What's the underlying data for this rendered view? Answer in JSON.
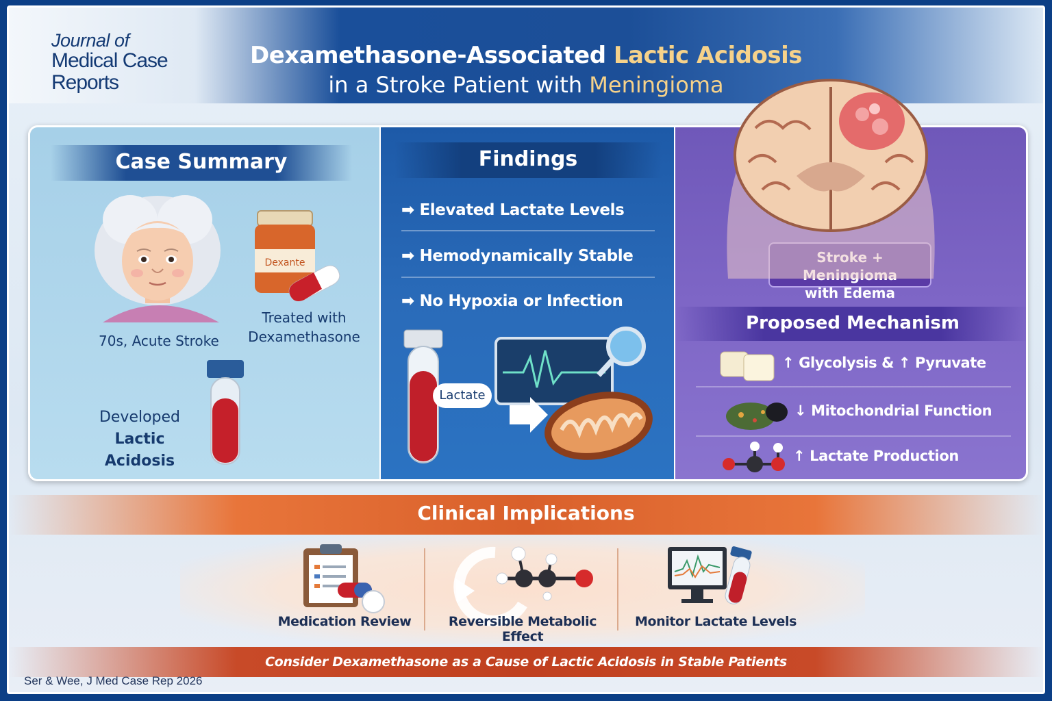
{
  "journal": {
    "line1": "Journal of",
    "line2": "Medical Case",
    "line3": "Reports"
  },
  "title": {
    "part1": "Dexamethasone-Associated ",
    "highlight1": "Lactic Acidosis",
    "part2": "in a Stroke Patient with ",
    "highlight2": "Meningioma"
  },
  "case_summary": {
    "heading": "Case Summary",
    "patient_label": "70s, Acute Stroke",
    "bottle_label": "Dexante",
    "treated_line1": "Treated with",
    "treated_line2": "Dexamethasone",
    "developed_line1": "Developed",
    "developed_line2": "Lactic Acidosis"
  },
  "findings": {
    "heading": "Findings",
    "items": [
      "Elevated Lactate Levels",
      "Hemodynamically Stable",
      "No Hypoxia or Infection"
    ],
    "lactate_tag": "Lactate"
  },
  "mechanism": {
    "badge_line1": "Stroke + Meningioma",
    "badge_line2": "with Edema",
    "heading": "Proposed Mechanism",
    "items": [
      "↑ Glycolysis & ↑ Pyruvate",
      "↓ Mitochondrial Function",
      "↑ Lactate Production"
    ]
  },
  "clinical": {
    "heading": "Clinical Implications",
    "items": [
      "Medication Review",
      "Reversible Metabolic Effect",
      "Monitor Lactate Levels"
    ],
    "bottom": "Consider Dexamethasone as a Cause of Lactic Acidosis in Stable Patients"
  },
  "citation": "Ser & Wee, J Med Case Rep 2026",
  "colors": {
    "navy": "#163a6e",
    "highlight_gold": "#f6d28a",
    "orange": "#d9602b",
    "purple": "#7e66c6",
    "blue": "#2a6bb9"
  }
}
